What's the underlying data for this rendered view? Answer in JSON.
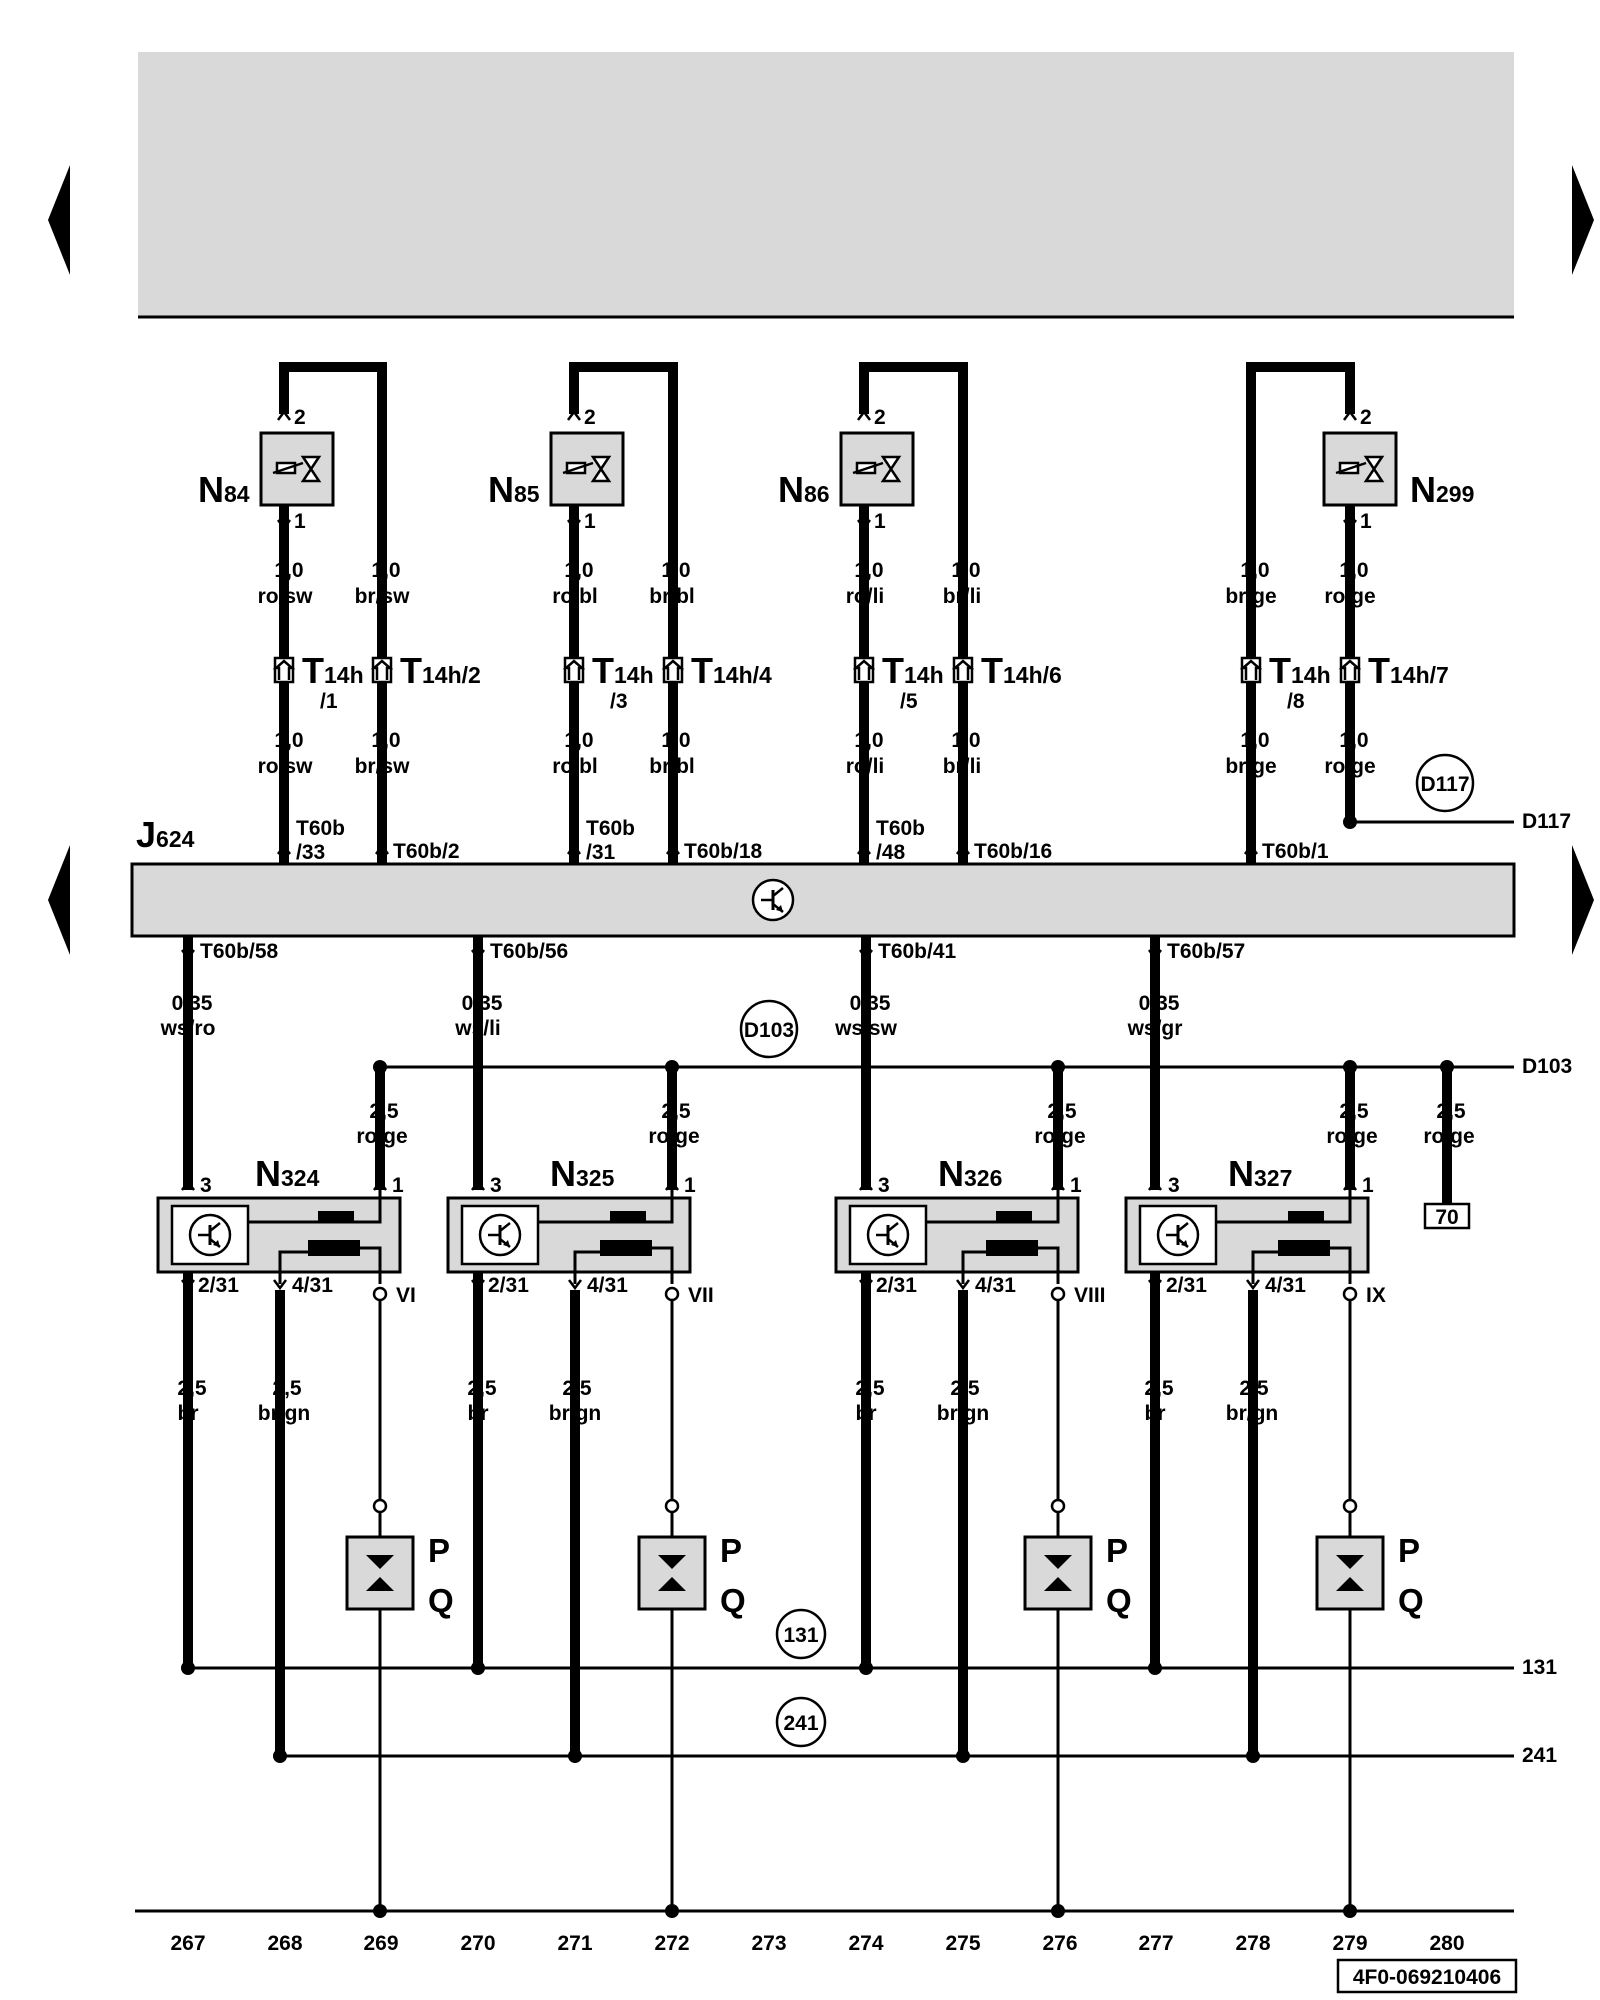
{
  "nav": {
    "prev_label": "◀",
    "next_label": "▶"
  },
  "j624": {
    "name": "J",
    "sub": "624"
  },
  "valves": [
    {
      "name": "N",
      "sub": "84",
      "pin_top": "2",
      "pin_bottom": "1"
    },
    {
      "name": "N",
      "sub": "85",
      "pin_top": "2",
      "pin_bottom": "1"
    },
    {
      "name": "N",
      "sub": "86",
      "pin_top": "2",
      "pin_bottom": "1"
    },
    {
      "name": "N",
      "sub": "299",
      "pin_top": "2",
      "pin_bottom": "1"
    }
  ],
  "wires_upper": [
    {
      "size": "1,0",
      "color": "ro/sw"
    },
    {
      "size": "1,0",
      "color": "br/sw"
    },
    {
      "size": "1,0",
      "color": "ro/bl"
    },
    {
      "size": "1,0",
      "color": "br/bl"
    },
    {
      "size": "1,0",
      "color": "ro/li"
    },
    {
      "size": "1,0",
      "color": "br/li"
    },
    {
      "size": "1,0",
      "color": "br/ge"
    },
    {
      "size": "1,0",
      "color": "ro/ge"
    }
  ],
  "connectors_t14h": [
    {
      "main": "T",
      "sub": "14h",
      "pin": "/1"
    },
    {
      "main": "T",
      "sub": "14h/2",
      "pin": ""
    },
    {
      "main": "T",
      "sub": "14h",
      "pin": "/3"
    },
    {
      "main": "T",
      "sub": "14h/4",
      "pin": ""
    },
    {
      "main": "T",
      "sub": "14h",
      "pin": "/5"
    },
    {
      "main": "T",
      "sub": "14h/6",
      "pin": ""
    },
    {
      "main": "T",
      "sub": "14h",
      "pin": "/8"
    },
    {
      "main": "T",
      "sub": "14h/7",
      "pin": ""
    }
  ],
  "t60b_top": [
    {
      "a": "T60b",
      "b": "/33"
    },
    {
      "a": "T60b/2",
      "b": ""
    },
    {
      "a": "T60b",
      "b": "/31"
    },
    {
      "a": "T60b/18",
      "b": ""
    },
    {
      "a": "T60b",
      "b": "/48"
    },
    {
      "a": "T60b/16",
      "b": ""
    },
    {
      "a": "T60b/1",
      "b": ""
    }
  ],
  "t60b_bottom": [
    "T60b/58",
    "T60b/56",
    "T60b/41",
    "T60b/57"
  ],
  "wires_signal": [
    {
      "size": "0,35",
      "color": "ws/ro"
    },
    {
      "size": "0,35",
      "color": "ws/li"
    },
    {
      "size": "0,35",
      "color": "ws/sw"
    },
    {
      "size": "0,35",
      "color": "ws/gr"
    }
  ],
  "wires_feed": {
    "size": "2,5",
    "color": "ro/ge"
  },
  "modules": [
    {
      "name": "N",
      "sub": "324",
      "pin3": "3",
      "pin1": "1",
      "pin2": "2/31",
      "pin4": "4/31",
      "roman": "VI"
    },
    {
      "name": "N",
      "sub": "325",
      "pin3": "3",
      "pin1": "1",
      "pin2": "2/31",
      "pin4": "4/31",
      "roman": "VII"
    },
    {
      "name": "N",
      "sub": "326",
      "pin3": "3",
      "pin1": "1",
      "pin2": "2/31",
      "pin4": "4/31",
      "roman": "VIII"
    },
    {
      "name": "N",
      "sub": "327",
      "pin3": "3",
      "pin1": "1",
      "pin2": "2/31",
      "pin4": "4/31",
      "roman": "IX"
    }
  ],
  "wires_lower": [
    {
      "size": "2,5",
      "color": "br"
    },
    {
      "size": "2,5",
      "color": "br/gn"
    }
  ],
  "pq": {
    "p": "P",
    "q": "Q"
  },
  "junctions": {
    "d117": "D117",
    "d103": "D103",
    "j131": "131",
    "j241": "241"
  },
  "ref_box": "70",
  "columns": [
    "267",
    "268",
    "269",
    "270",
    "271",
    "272",
    "273",
    "274",
    "275",
    "276",
    "277",
    "278",
    "279",
    "280"
  ],
  "diagram_code": "4F0-069210406"
}
